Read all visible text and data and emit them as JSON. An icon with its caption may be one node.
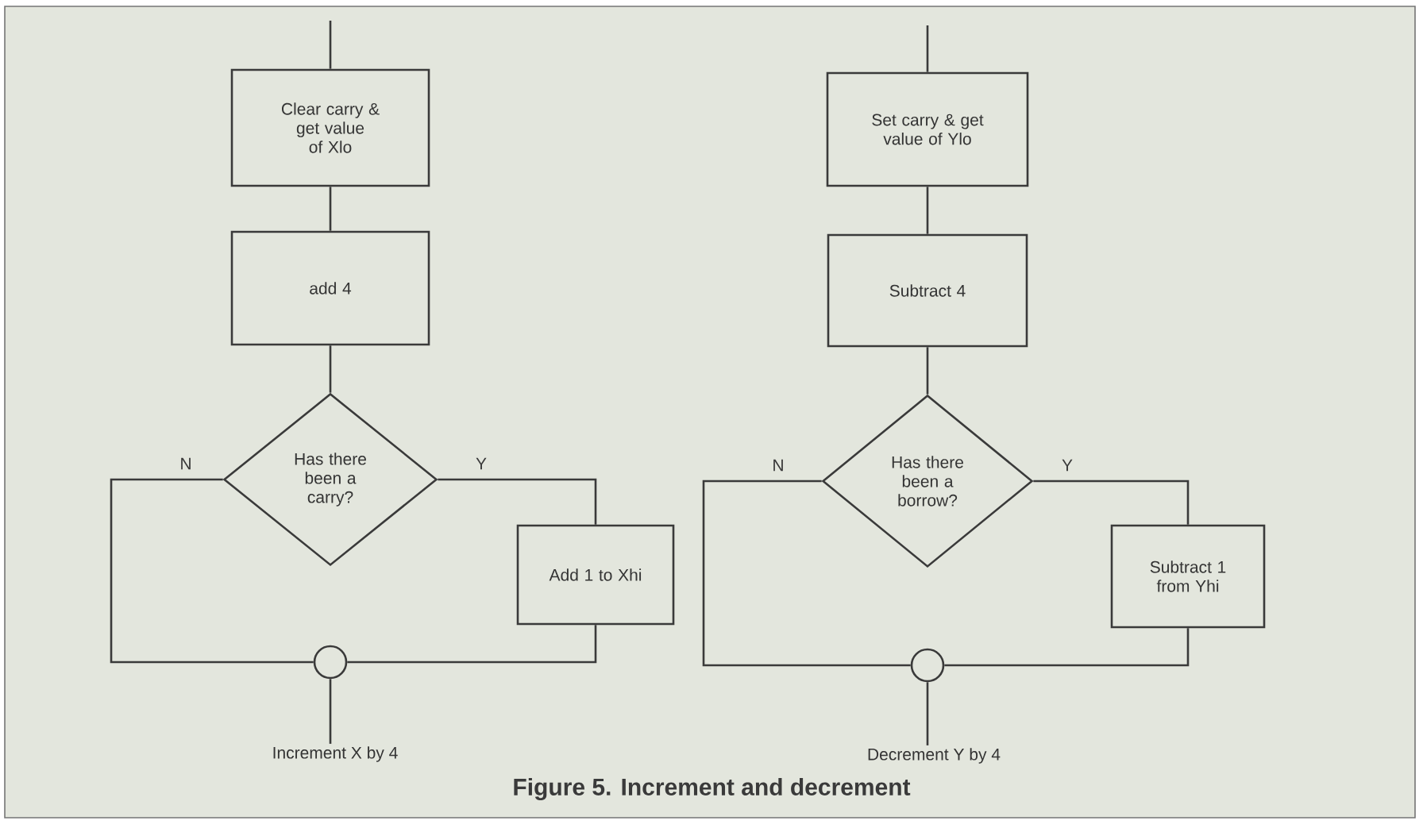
{
  "diagram": {
    "caption": "Figure 5. Increment and decrement",
    "nodes": [
      {
        "text": [
          "Clear carry & get value of Xlo"
        ]
      },
      {
        "text": [
          "add 4"
        ]
      },
      {
        "text": [
          "Has there been a carry?"
        ]
      },
      {
        "text": [
          "Add 1 to Xhi"
        ]
      },
      {
        "text": [],
        "shape": "circle"
      },
      {
        "text": [
          "Set carry & get value of Ylo"
        ]
      },
      {
        "text": [
          "Subtract 4"
        ]
      },
      {
        "text": [
          "Has there been a borrow?"
        ]
      },
      {
        "text": [
          "Subtract 1 from Yhi"
        ]
      },
      {
        "text": [],
        "shape": "circle"
      },
      {
        "text": [
          "Increment X by 4"
        ]
      },
      {
        "text": [
          "Decrement Y by 4"
        ]
      }
    ],
    "edges": [
      {
        "from": null,
        "to": 0,
        "arrow": "none"
      },
      {
        "from": 0,
        "to": 1,
        "arrow": "none"
      },
      {
        "from": 1,
        "to": 2,
        "arrow": "none"
      },
      {
        "from": 2,
        "to": 4,
        "arrow": "none",
        "label": "N"
      },
      {
        "from": 2,
        "to": 3,
        "arrow": "none",
        "label": "Y"
      },
      {
        "from": 3,
        "to": 4,
        "arrow": "none"
      },
      {
        "from": 4,
        "to": 10,
        "arrow": "none"
      },
      {
        "from": null,
        "to": 5,
        "arrow": "none"
      },
      {
        "from": 5,
        "to": 6,
        "arrow": "none"
      },
      {
        "from": 6,
        "to": 7,
        "arrow": "none"
      },
      {
        "from": 7,
        "to": 9,
        "arrow": "none",
        "label": "N"
      },
      {
        "from": 7,
        "to": 8,
        "arrow": "none",
        "label": "Y"
      },
      {
        "from": 8,
        "to": 9,
        "arrow": "none"
      },
      {
        "from": 9,
        "to": 11,
        "arrow": "none"
      }
    ]
  }
}
